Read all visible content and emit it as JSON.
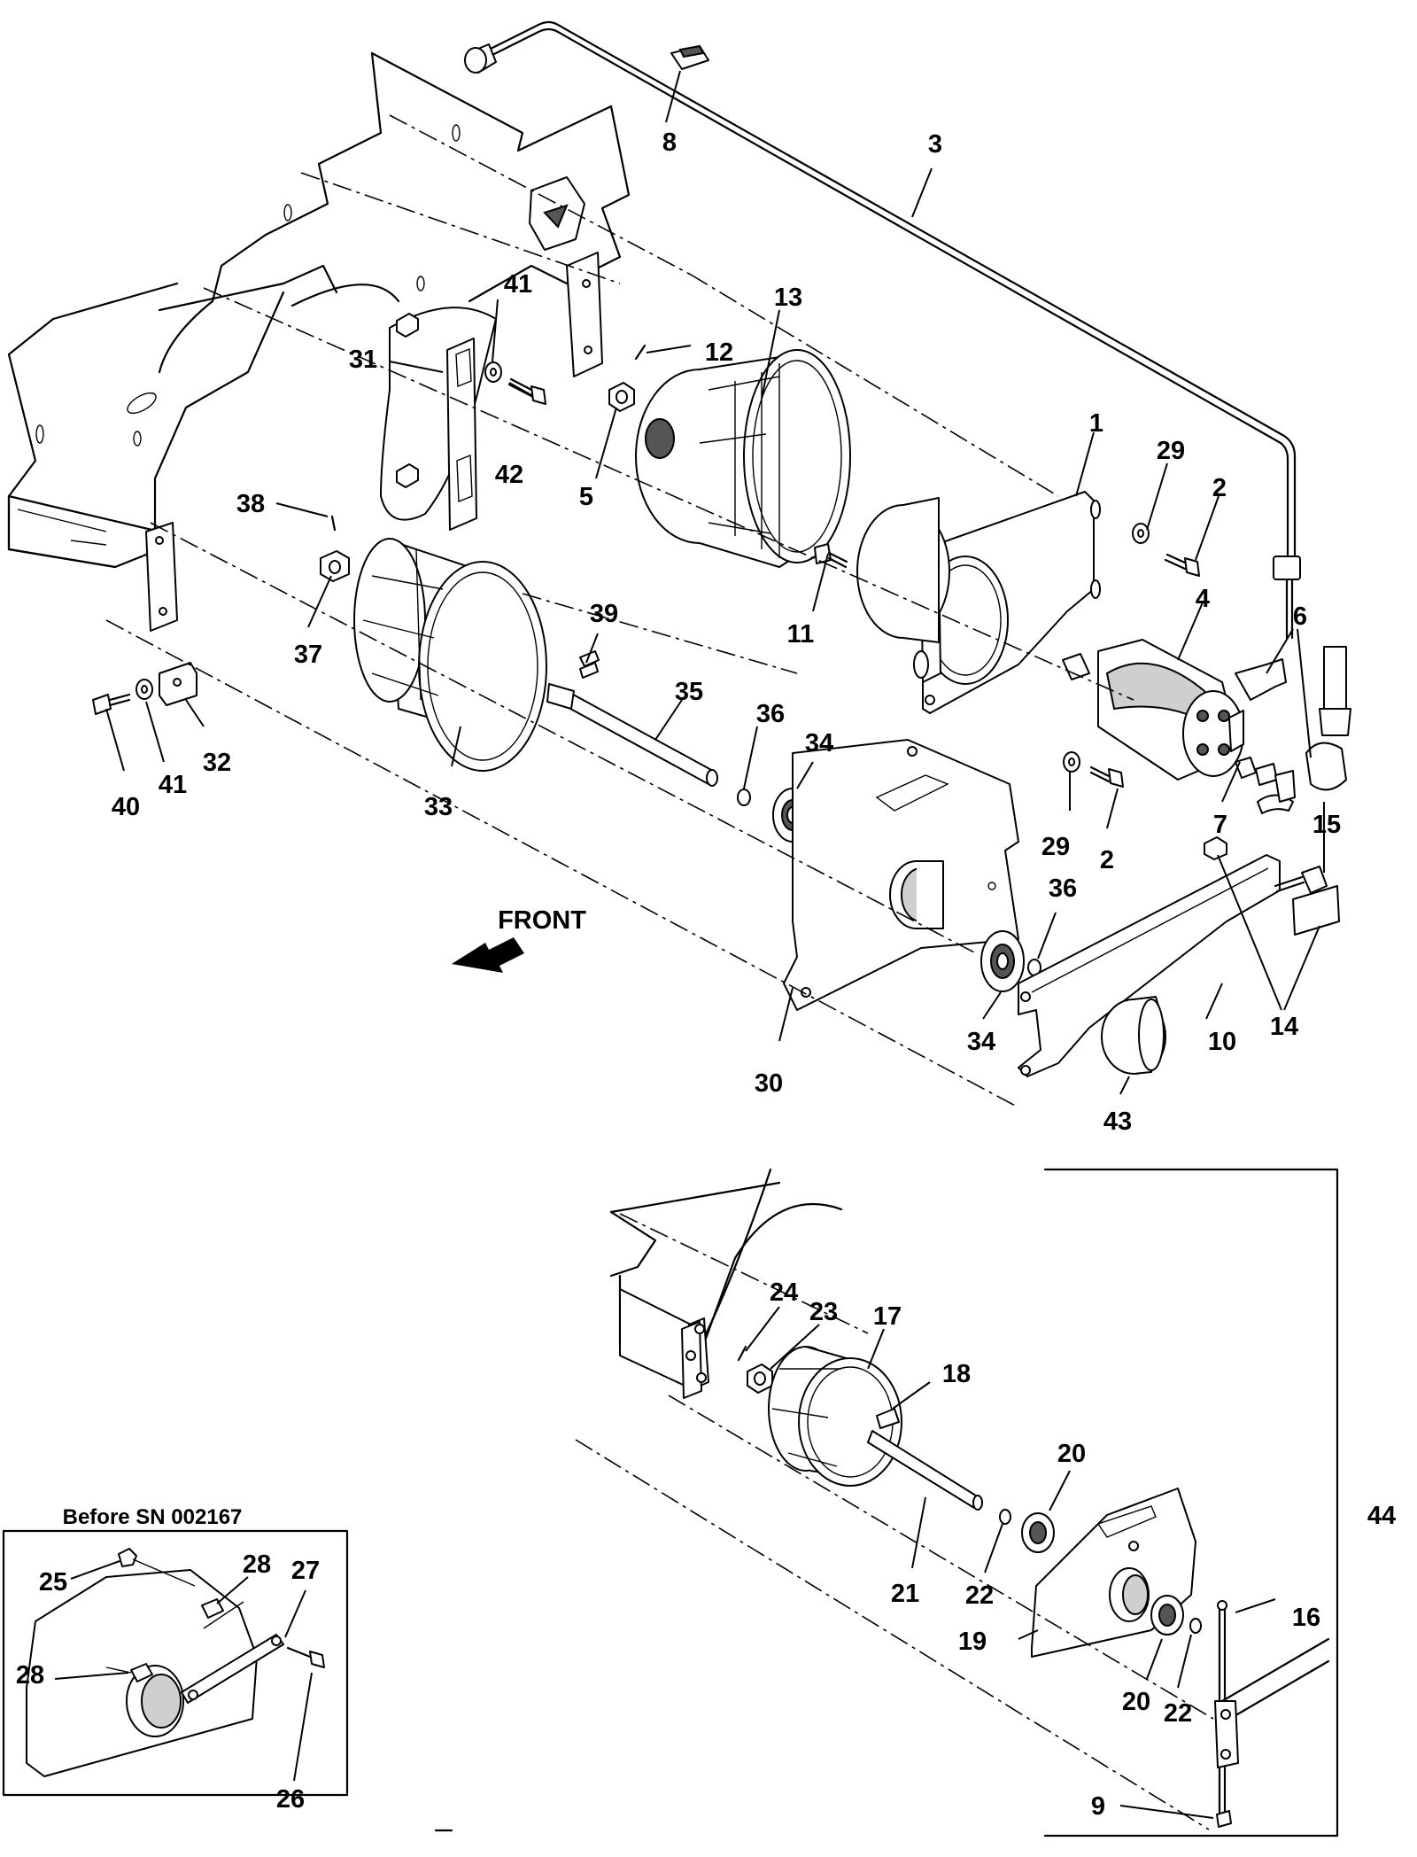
{
  "callouts": {
    "c1": "1",
    "c2a": "2",
    "c2b": "2",
    "c3": "3",
    "c4": "4",
    "c5": "5",
    "c6": "6",
    "c7": "7",
    "c8": "8",
    "c9": "9",
    "c10": "10",
    "c11": "11",
    "c12": "12",
    "c13": "13",
    "c14": "14",
    "c15": "15",
    "c16": "16",
    "c17": "17",
    "c18": "18",
    "c19": "19",
    "c20a": "20",
    "c20b": "20",
    "c21": "21",
    "c22a": "22",
    "c22b": "22",
    "c23": "23",
    "c24": "24",
    "c25": "25",
    "c26": "26",
    "c27": "27",
    "c28a": "28",
    "c28b": "28",
    "c29a": "29",
    "c29b": "29",
    "c30": "30",
    "c31": "31",
    "c32": "32",
    "c33": "33",
    "c34a": "34",
    "c34b": "34",
    "c35": "35",
    "c36a": "36",
    "c36b": "36",
    "c37": "37",
    "c38": "38",
    "c39": "39",
    "c40": "40",
    "c41a": "41",
    "c41b": "41",
    "c42": "42",
    "c43": "43",
    "c44": "44"
  },
  "labels": {
    "front": "FRONT",
    "inset_title": "Before SN 002167"
  }
}
